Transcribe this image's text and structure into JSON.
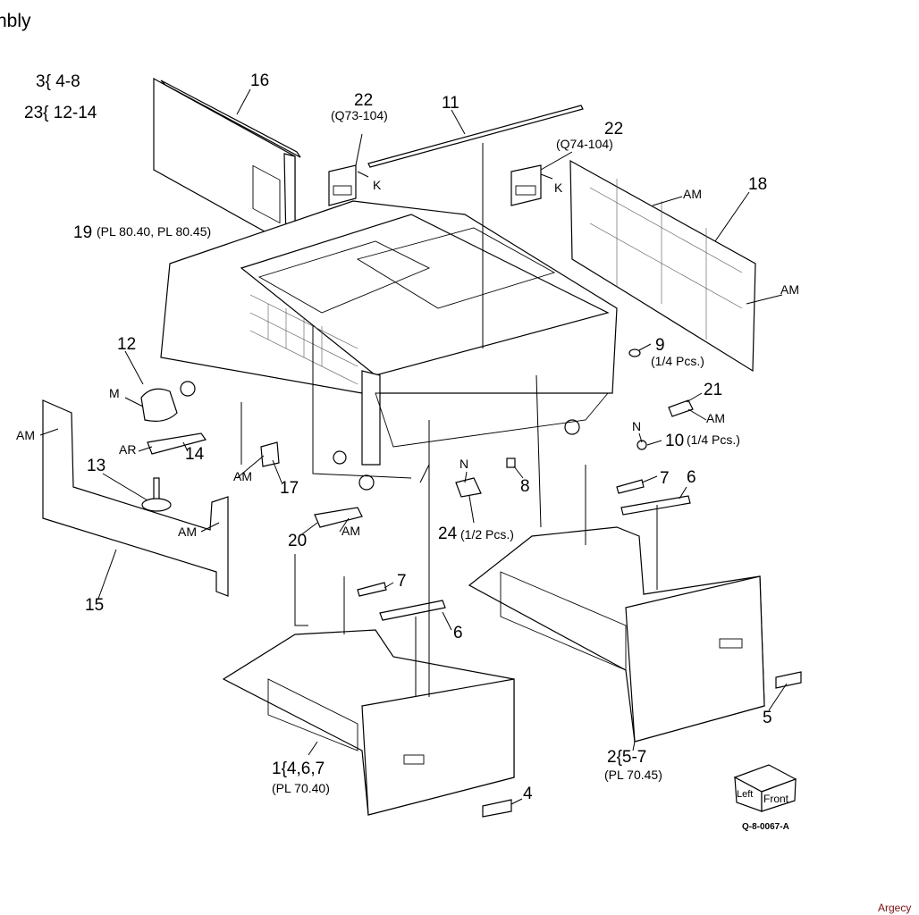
{
  "title_fragment": "nbly",
  "assembly_notes": [
    "3{ 4-8",
    "23{ 12-14"
  ],
  "callouts": {
    "p16": "16",
    "p22a": "22",
    "p22a_sub": "(Q73-104)",
    "k1": "K",
    "p11": "11",
    "p22b": "22",
    "p22b_sub": "(Q74-104)",
    "k2": "K",
    "p18": "18",
    "am_18a": "AM",
    "am_18b": "AM",
    "p19": "19",
    "p19_sub": "(PL 80.40, PL 80.45)",
    "p12": "12",
    "m": "M",
    "ar": "AR",
    "p14": "14",
    "p13": "13",
    "am_15a": "AM",
    "am_17": "AM",
    "p17": "17",
    "am_15b": "AM",
    "p15": "15",
    "p20": "20",
    "am_20": "AM",
    "p9": "9",
    "p9_sub": "(1/4 Pcs.)",
    "p21": "21",
    "am_21": "AM",
    "n10": "N",
    "p10": "10",
    "p10_sub": "(1/4 Pcs.)",
    "p8": "8",
    "n24": "N",
    "p24": "24",
    "p24_sub": "(1/2 Pcs.)",
    "p7a": "7",
    "p6a": "6",
    "p7b": "7",
    "p6b": "6",
    "p5": "5",
    "p2": "2{5-7",
    "p2_sub": "(PL 70.45)",
    "p1": "1{4,6,7",
    "p1_sub": "(PL 70.40)",
    "p4": "4"
  },
  "orientation_cube": {
    "left": "Left",
    "front": "Front"
  },
  "figure_id": "Q-8-0067-A",
  "watermark": "Argecy",
  "colors": {
    "line": "#000000",
    "watermark": "#7a1010"
  }
}
